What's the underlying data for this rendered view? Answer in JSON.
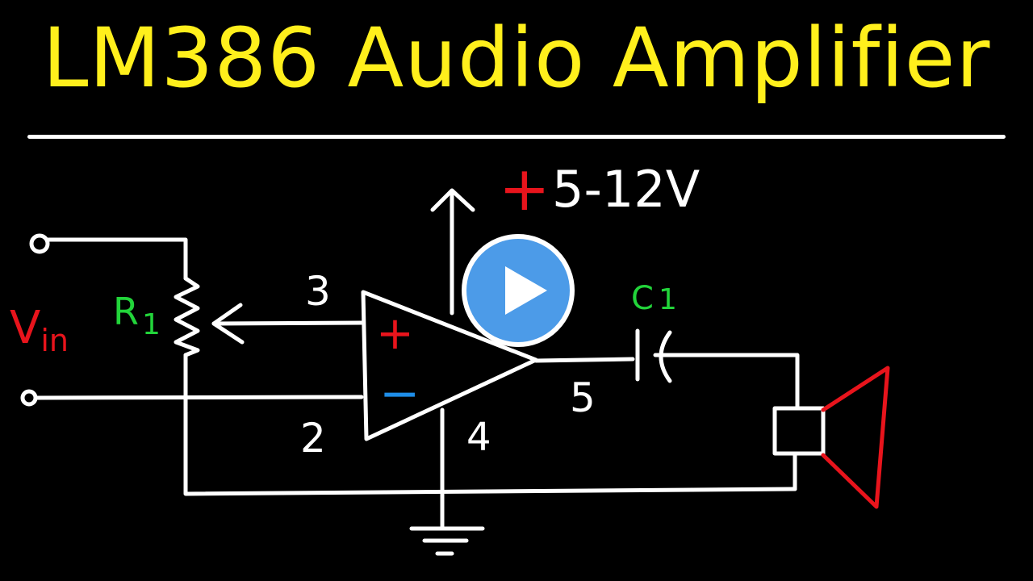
{
  "title": "LM386 Audio Amplifier",
  "labels": {
    "supply_sign": "+",
    "supply_voltage": "5-12V",
    "vin_v": "V",
    "vin_sub": "in",
    "r1_letter": "R",
    "r1_index": "1",
    "c1_letter": "C",
    "c1_index": "1",
    "pin3": "3",
    "pin2": "2",
    "pin4": "4",
    "pin5": "5",
    "plus_input": "+",
    "minus_input": "−"
  },
  "colors": {
    "background": "#000000",
    "title": "#ffef1c",
    "wire": "#ffffff",
    "red": "#e8141c",
    "green": "#22d43a",
    "blue": "#1e8de8",
    "play": "#4c9be8"
  },
  "icons": {
    "play": "play-icon",
    "speaker": "speaker-icon",
    "ground": "ground-icon",
    "potentiometer": "potentiometer-icon",
    "capacitor": "capacitor-icon",
    "amplifier": "op-amp-triangle-icon"
  }
}
